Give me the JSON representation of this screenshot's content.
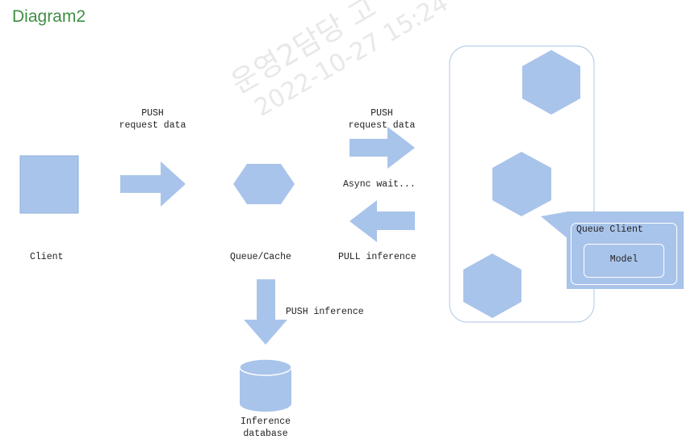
{
  "title": "Diagram2",
  "watermark": {
    "line1": "운영2담당 고",
    "line2": "2022-10-27 15:24"
  },
  "nodes": {
    "client": "Client",
    "queue": "Queue/Cache",
    "database_line1": "Inference",
    "database_line2": "database",
    "queue_client": "Queue Client",
    "model": "Model"
  },
  "edges": {
    "push_request_left": {
      "line1": "PUSH",
      "line2": "request data"
    },
    "push_request_right": {
      "line1": "PUSH",
      "line2": "request data"
    },
    "async_wait": "Async wait...",
    "pull_inference": "PULL inference",
    "push_inference": "PUSH inference"
  },
  "colors": {
    "shape_fill": "#a9c4ea",
    "heading": "#3f8f45",
    "cluster_border": "#bcd0ea"
  }
}
